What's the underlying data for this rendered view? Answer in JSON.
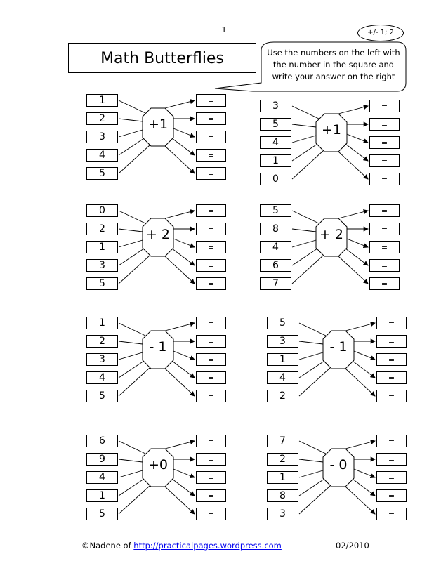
{
  "page_number": "1",
  "level": "+/-  1; 2",
  "title": "Math Butterflies",
  "instructions": [
    "Use the numbers on the left with",
    "the number in the square and",
    "write your answer on the right"
  ],
  "equals_sign": "=",
  "butterflies": [
    {
      "rule": "+1",
      "inputs": [
        "1",
        "2",
        "3",
        "4",
        "5"
      ]
    },
    {
      "rule": "+1",
      "inputs": [
        "3",
        "5",
        "4",
        "1",
        "0"
      ]
    },
    {
      "rule": "+ 2",
      "inputs": [
        "0",
        "2",
        "1",
        "3",
        "5"
      ]
    },
    {
      "rule": "+ 2",
      "inputs": [
        "5",
        "8",
        "4",
        "6",
        "7"
      ]
    },
    {
      "rule": "- 1",
      "inputs": [
        "1",
        "2",
        "3",
        "4",
        "5"
      ]
    },
    {
      "rule": "- 1",
      "inputs": [
        "5",
        "3",
        "1",
        "4",
        "2"
      ]
    },
    {
      "rule": "+0",
      "inputs": [
        "6",
        "9",
        "4",
        "1",
        "5"
      ]
    },
    {
      "rule": "- 0",
      "inputs": [
        "7",
        "2",
        "1",
        "8",
        "3"
      ]
    }
  ],
  "footer": {
    "copyright": "©Nadene of ",
    "link": "http://practicalpages.wordpress.com",
    "date": "02/2010"
  }
}
